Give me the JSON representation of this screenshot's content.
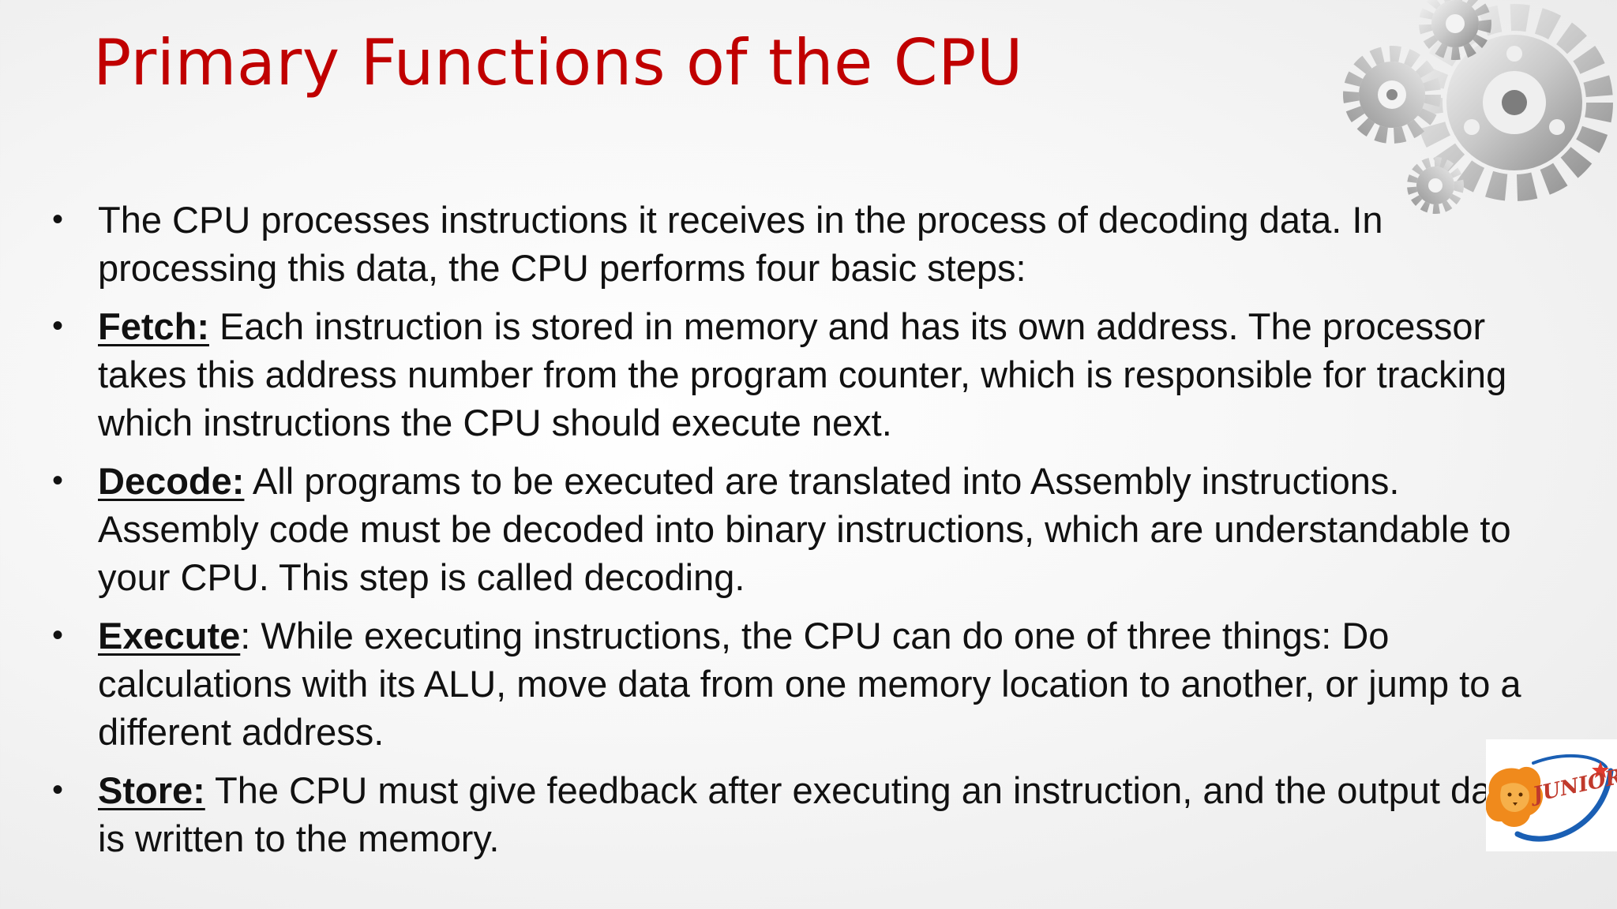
{
  "slide": {
    "title": "Primary Functions of the CPU",
    "bullets": [
      {
        "term": "",
        "separator": "",
        "text": "The CPU processes instructions it receives in the process of decoding data. In processing this data, the CPU performs four basic steps:"
      },
      {
        "term": "Fetch:",
        "separator": "",
        "text": " Each instruction is stored in memory and has its own address. The processor takes this address number from the program counter, which is responsible for tracking which instructions the CPU should execute next."
      },
      {
        "term": "Decode:",
        "separator": "",
        "text": " All programs to be executed are translated into Assembly instructions. Assembly code must be decoded into binary instructions, which are understandable to your CPU. This step is called decoding."
      },
      {
        "term": "Execute",
        "separator": ":",
        "text": " While executing instructions, the CPU can do one of three things: Do calculations with its ALU, move data from one memory location to another, or jump to a different address."
      },
      {
        "term": "Store:",
        "separator": "",
        "text": " The CPU must give feedback after executing an instruction, and the output data is written to the memory."
      }
    ],
    "bullet_symbol": "•",
    "logo": {
      "text": "JUNIOR",
      "icon": "lion-logo-icon"
    },
    "decoration_icon": "gears-icon",
    "colors": {
      "title": "#c00000",
      "body": "#111111",
      "logo_orange": "#f08a1c",
      "logo_blue": "#1a5fb4",
      "logo_red": "#c0392b"
    }
  }
}
